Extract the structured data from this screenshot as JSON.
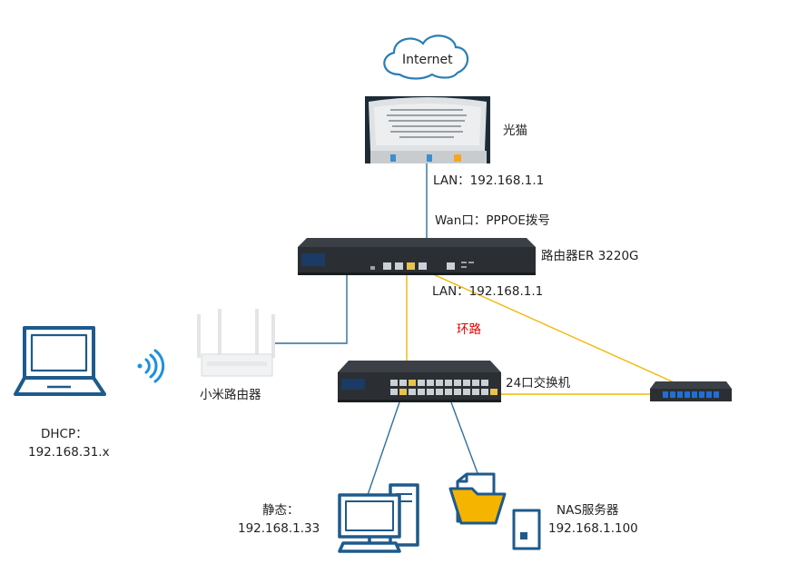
{
  "labels": {
    "internet": "Internet",
    "modem": "光猫",
    "modem_lan": "LAN：192.168.1.1",
    "router_wan": "Wan口：PPPOE拨号",
    "router": "路由器ER 3220G",
    "router_lan": "LAN：192.168.1.1",
    "loop": "环路",
    "switch24": "24口交换机",
    "xiaomi": "小米路由器",
    "dhcp_title": "DHCP：",
    "dhcp_range": "192.168.31.x",
    "static_title": "静态：",
    "static_ip": "192.168.1.33",
    "nas_title": "NAS服务器",
    "nas_ip": "192.168.1.100"
  },
  "colors": {
    "blue_line": "#2f6f9a",
    "loop_line": "#f2b705",
    "icon_blue": "#1e5a8c",
    "loop_text": "#e00000",
    "router_body": "#2b2f33",
    "switch_port": "#1e6fd9"
  }
}
